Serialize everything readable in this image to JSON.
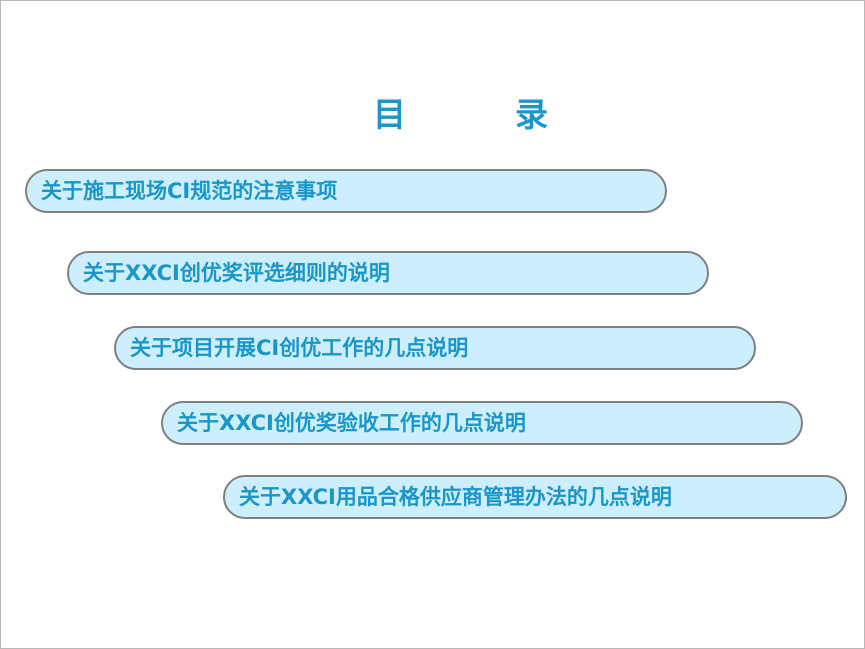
{
  "title": {
    "char1": "目",
    "char2": "录"
  },
  "toc": {
    "items": [
      {
        "label": "关于施工现场CI规范的注意事项"
      },
      {
        "label": "关于XXCI创优奖评选细则的说明"
      },
      {
        "label": "关于项目开展CI创优工作的几点说明"
      },
      {
        "label": "关于XXCI创优奖验收工作的几点说明"
      },
      {
        "label": "关于XXCI用品合格供应商管理办法的几点说明"
      }
    ]
  },
  "colors": {
    "text": "#1a96c8",
    "pill_fill": "#cdeffd",
    "pill_border": "#7f7f7f"
  }
}
